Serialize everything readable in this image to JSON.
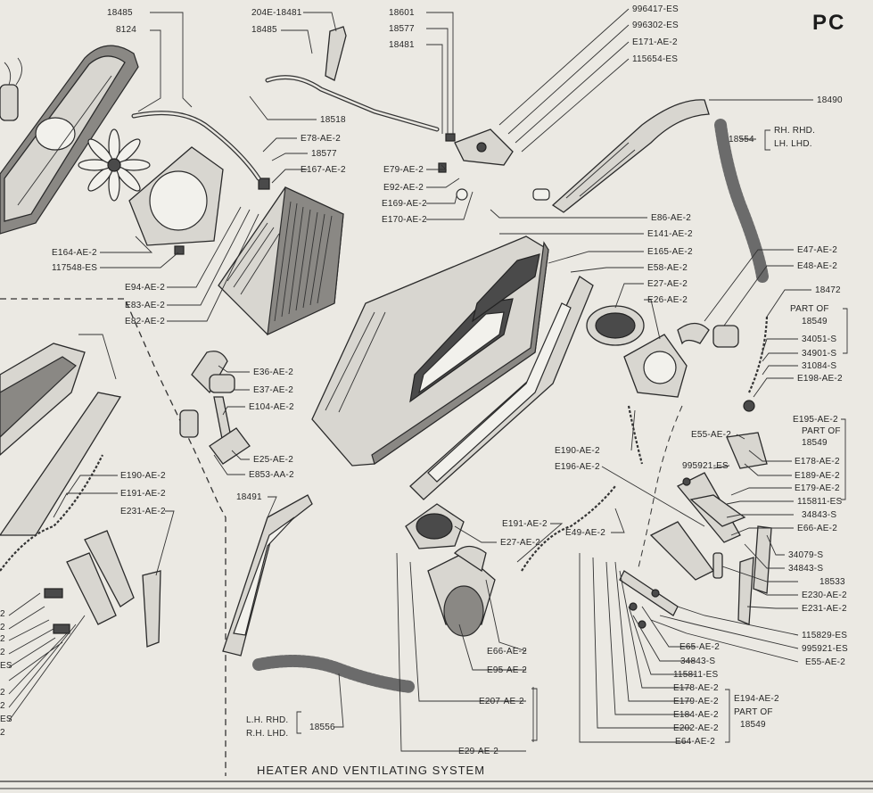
{
  "page_code": "PC",
  "caption": "HEATER AND VENTILATING SYSTEM",
  "callouts": [
    {
      "id": "18485a",
      "text": "18485"
    },
    {
      "id": "8124",
      "text": "8124"
    },
    {
      "id": "204E-18481",
      "text": "204E-18481"
    },
    {
      "id": "18485b",
      "text": "18485"
    },
    {
      "id": "18601",
      "text": "18601"
    },
    {
      "id": "18577a",
      "text": "18577"
    },
    {
      "id": "18481",
      "text": "18481"
    },
    {
      "id": "996417-ES",
      "text": "996417-ES"
    },
    {
      "id": "996302-ES",
      "text": "996302-ES"
    },
    {
      "id": "E171-AE-2",
      "text": "E171-AE-2"
    },
    {
      "id": "115654-ES",
      "text": "115654-ES"
    },
    {
      "id": "18490",
      "text": "18490"
    },
    {
      "id": "18554",
      "text": "18554"
    },
    {
      "id": "18518",
      "text": "18518"
    },
    {
      "id": "E78-AE-2",
      "text": "E78-AE-2"
    },
    {
      "id": "18577b",
      "text": "18577"
    },
    {
      "id": "E167-AE-2",
      "text": "E167-AE-2"
    },
    {
      "id": "E79-AE-2",
      "text": "E79-AE-2"
    },
    {
      "id": "E92-AE-2",
      "text": "E92-AE-2"
    },
    {
      "id": "E169-AE-2",
      "text": "E169-AE-2"
    },
    {
      "id": "E170-AE-2",
      "text": "E170-AE-2"
    },
    {
      "id": "E86-AE-2",
      "text": "E86-AE-2"
    },
    {
      "id": "E141-AE-2",
      "text": "E141-AE-2"
    },
    {
      "id": "E165-AE-2",
      "text": "E165-AE-2"
    },
    {
      "id": "E58-AE-2",
      "text": "E58-AE-2"
    },
    {
      "id": "E27-AE-2a",
      "text": "E27-AE-2"
    },
    {
      "id": "E26-AE-2",
      "text": "E26-AE-2"
    },
    {
      "id": "E47-AE-2",
      "text": "E47-AE-2"
    },
    {
      "id": "E48-AE-2",
      "text": "E48-AE-2"
    },
    {
      "id": "18472",
      "text": "18472"
    },
    {
      "id": "E164-AE-2",
      "text": "E164-AE-2"
    },
    {
      "id": "117548-ES",
      "text": "117548-ES"
    },
    {
      "id": "E94-AE-2",
      "text": "E94-AE-2"
    },
    {
      "id": "E83-AE-2",
      "text": "E83-AE-2"
    },
    {
      "id": "E82-AE-2",
      "text": "E82-AE-2"
    },
    {
      "id": "E36-AE-2",
      "text": "E36-AE-2"
    },
    {
      "id": "E37-AE-2",
      "text": "E37-AE-2"
    },
    {
      "id": "E104-AE-2",
      "text": "E104-AE-2"
    },
    {
      "id": "E25-AE-2",
      "text": "E25-AE-2"
    },
    {
      "id": "E853-AA-2",
      "text": "E853-AA-2"
    },
    {
      "id": "34051-S",
      "text": "34051-S"
    },
    {
      "id": "34901-S",
      "text": "34901-S"
    },
    {
      "id": "31084-S",
      "text": "31084-S"
    },
    {
      "id": "E198-AE-2",
      "text": "E198-AE-2"
    },
    {
      "id": "E195-AE-2",
      "text": "E195-AE-2"
    },
    {
      "id": "E55-AE-2a",
      "text": "E55-AE-2"
    },
    {
      "id": "995921-ESa",
      "text": "995921-ES"
    },
    {
      "id": "E178-AE-2a",
      "text": "E178-AE-2"
    },
    {
      "id": "E189-AE-2",
      "text": "E189-AE-2"
    },
    {
      "id": "E179-AE-2a",
      "text": "E179-AE-2"
    },
    {
      "id": "115811-ESa",
      "text": "115811-ES"
    },
    {
      "id": "34843-Sa",
      "text": "34843-S"
    },
    {
      "id": "E66-AE-2a",
      "text": "E66-AE-2"
    },
    {
      "id": "E190-AE-2a",
      "text": "E190-AE-2"
    },
    {
      "id": "E196-AE-2",
      "text": "E196-AE-2"
    },
    {
      "id": "E190-AE-2b",
      "text": "E190-AE-2"
    },
    {
      "id": "E191-AE-2a",
      "text": "E191-AE-2"
    },
    {
      "id": "E231-AE-2a",
      "text": "E231-AE-2"
    },
    {
      "id": "18491",
      "text": "18491"
    },
    {
      "id": "E191-AE-2b",
      "text": "E191-AE-2"
    },
    {
      "id": "E49-AE-2",
      "text": "E49-AE-2"
    },
    {
      "id": "E27-AE-2b",
      "text": "E27-AE-2"
    },
    {
      "id": "34079-S",
      "text": "34079-S"
    },
    {
      "id": "34843-Sb",
      "text": "34843-S"
    },
    {
      "id": "18533",
      "text": "18533"
    },
    {
      "id": "E230-AE-2",
      "text": "E230-AE-2"
    },
    {
      "id": "E231-AE-2b",
      "text": "E231-AE-2"
    },
    {
      "id": "115829-ES",
      "text": "115829-ES"
    },
    {
      "id": "995921-ESb",
      "text": "995921-ES"
    },
    {
      "id": "E55-AE-2b",
      "text": "E55-AE-2"
    },
    {
      "id": "E66-AE-2b",
      "text": "E66-AE-2"
    },
    {
      "id": "E95-AE-2",
      "text": "E95-AE-2"
    },
    {
      "id": "E65-AE-2",
      "text": "E65-AE-2"
    },
    {
      "id": "34843-Sc",
      "text": "34843-S"
    },
    {
      "id": "115811-ESb",
      "text": "115811-ES"
    },
    {
      "id": "E178-AE-2b",
      "text": "E178-AE-2"
    },
    {
      "id": "E179-AE-2b",
      "text": "E179-AE-2"
    },
    {
      "id": "E184-AE-2",
      "text": "E184-AE-2"
    },
    {
      "id": "E202-AE-2",
      "text": "E202-AE-2"
    },
    {
      "id": "E64-AE-2",
      "text": "E64-AE-2"
    },
    {
      "id": "E194-AE-2",
      "text": "E194-AE-2"
    },
    {
      "id": "E207-AE-2",
      "text": "E207-AE-2"
    },
    {
      "id": "E29-AE-2",
      "text": "E29-AE-2"
    },
    {
      "id": "18556",
      "text": "18556"
    }
  ],
  "group_notes": {
    "hose_18554": [
      "RH. RHD.",
      "LH. LHD."
    ],
    "hose_18556": [
      "L.H. RHD.",
      "R.H. LHD."
    ],
    "part_of_top": [
      "PART OF",
      "18549"
    ],
    "part_of_mid": [
      "PART OF",
      "18549"
    ],
    "part_of_bottom": [
      "PART OF",
      "18549"
    ]
  },
  "left_edge_fragments": [
    "2",
    "2",
    "2",
    "2",
    "ES",
    "2",
    "2",
    "ES",
    "2"
  ]
}
